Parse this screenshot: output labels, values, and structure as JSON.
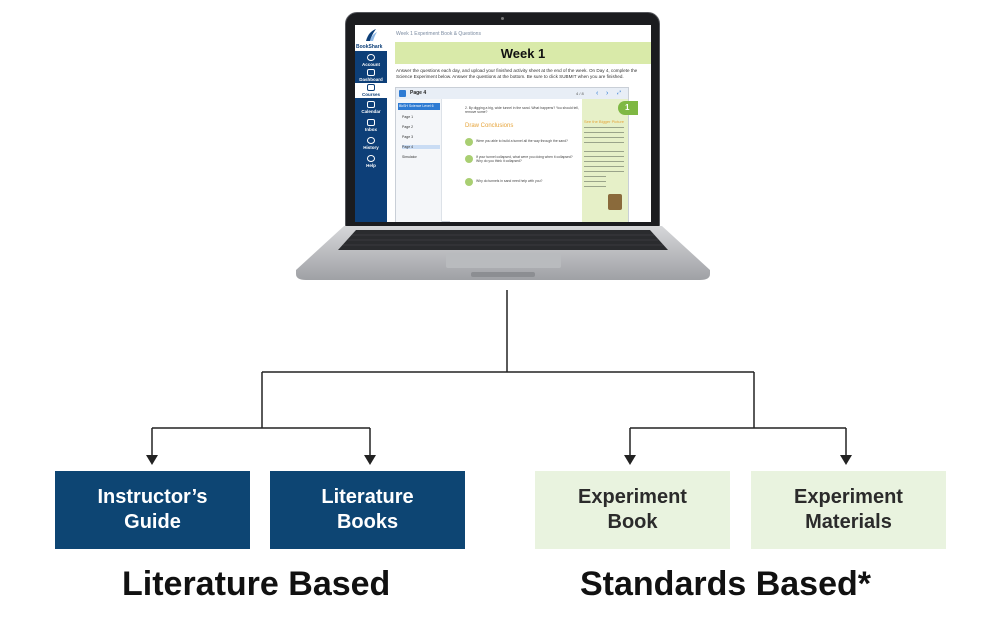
{
  "screen": {
    "logo_text": "BookShark",
    "breadcrumb": "Week 1 Experiment Book & Questions",
    "week_title": "Week 1",
    "instructions": "Answer the questions each day, and upload your finished activity sheet at the end of the week. On Day 4, complete the Science Experiment below. Answer the questions at the bottom. Be sure to click SUBMIT when you are finished.",
    "nav": [
      {
        "label": "Account"
      },
      {
        "label": "Dashboard"
      },
      {
        "label": "Courses"
      },
      {
        "label": "Calendar"
      },
      {
        "label": "Inbox"
      },
      {
        "label": "History"
      },
      {
        "label": "Help"
      }
    ],
    "viewer": {
      "page_label": "Page 4",
      "page_count": "4 / 8",
      "toc_title": "BkSH Science Level 6",
      "toc_items": [
        "Page 1",
        "Page 2",
        "Page 3",
        "Page 4",
        "Simulator"
      ],
      "question_intro": "2. By digging a big, wide tunnel in the sand. What happens? You should tell, remove some?",
      "section_heading": "Draw Conclusions",
      "questions": [
        "Were you able to build a tunnel all the way through the sand?",
        "If your tunnel collapsed, what were you doing when it collapsed? Why do you think it collapsed?",
        "Why do tunnels in sand need help with you?"
      ],
      "panel_number": "1",
      "panel_title": "See the Bigger Picture"
    }
  },
  "diagram": {
    "groups": [
      {
        "label": "Literature Based",
        "boxes": [
          {
            "label": "Instructor’s\nGuide"
          },
          {
            "label": "Literature\nBooks"
          }
        ]
      },
      {
        "label": "Standards Based*",
        "boxes": [
          {
            "label": "Experiment\nBook"
          },
          {
            "label": "Experiment\nMaterials"
          }
        ]
      }
    ]
  },
  "colors": {
    "literature_box": "#0d4573",
    "standards_box": "#e9f3df",
    "connector": "#222222",
    "week_banner": "#d9eaa9",
    "lms_sidebar": "#0d3f78"
  }
}
